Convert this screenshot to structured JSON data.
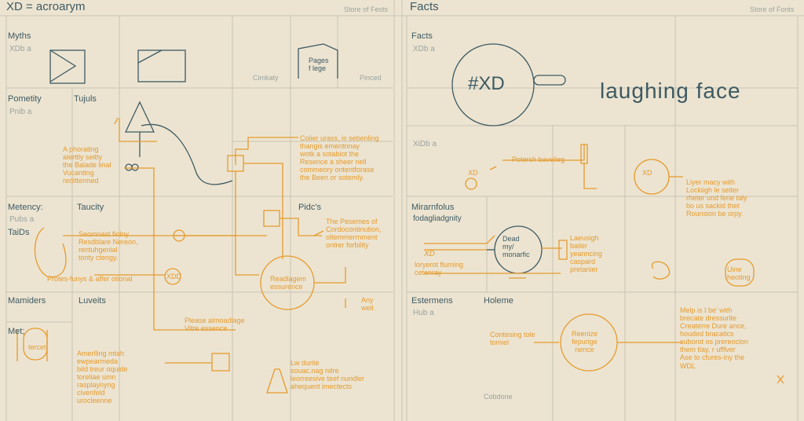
{
  "left": {
    "title": "XD = acroarym",
    "corner": "Store of Fests",
    "sections": {
      "myths": "Myths",
      "myths_sub": "XDb a",
      "pometity": "Pometity",
      "tujuls": "Tujuls",
      "pnib": "Pnib a",
      "metency": "Metency:",
      "taucity": "Taucity",
      "pidcs": "Pidc's",
      "pubs": "Pubs a",
      "taids": "TaiDs",
      "mamiders": "Mamiders",
      "luveits": "Luveits",
      "met": "Met;"
    },
    "notes": {
      "pages": "Pages\nf lege",
      "cimkaty": "Cimkaty",
      "pinced": "Pinced",
      "phorating": "A phorating\nalerttly seitty\nthe Balade linal\nVucanting\nredittermed",
      "colier": "Colier urass, is sebenling\nthangis ementnnay\nwotk a sotabiot the\nResence a sheer nell\ncommeory ontentforase\nthe Been or sotemly.",
      "seomast": "Seomnast fiolny\nResdblare Nereon,\nrentuhgenial\ntonty ctengy.",
      "pesemes": "The Pesemes of\nCordocontinution,\noltemmerrnment\nontrer forbility",
      "protes": "Protes-funys & affer otional",
      "xdd": "XDD",
      "readlagem": "Readlagem\nessurence",
      "any": "Any\nweil.",
      "please": "Please almoadlage\nVitre essence",
      "amerlling": "Amerlling mtah\newpearmeda\nbild treur oquide\ntoreliae umn\nrasplaynyng\ncivenfeld\nurocleenne",
      "lw": "Lw durite\nsouac.nag nitre\nleorreesive teef nundler\nahequent imectects",
      "tercet": "tercet"
    }
  },
  "right": {
    "title": "Facts",
    "corner": "Store of Fonts",
    "sections": {
      "facts": "Facts",
      "facts_sub": "XDb a",
      "xidb": "XiDb a",
      "mirarnfolus": "Mirarnfolus",
      "fodag": "fodagliadgnity",
      "estermens": "Estermens",
      "holeme": "Holeme",
      "hub": "Hub a"
    },
    "notes": {
      "hashxd": "#XD",
      "laughing": "laughing face",
      "potersh": "Potersh bavelleg",
      "xd_small": "XD",
      "liyer": "Liyer macy with\nLockiigh le seiter\nrheter und fene taly\nbo us sackid thet\nRounsion be orpy.",
      "dead": "Dead\nmy/\nmonarfic",
      "laeusigh": "Laeusigh\nbailer\nyeanncing\ncaspard\npretanier",
      "xd_italic": "XD",
      "loryerot": "loryerot flurning\ncetenray",
      "uine": "Uine\nheoting",
      "contesing": "Contesing tole\ntomiel",
      "reenize": "Reenize\nfepurige\nnence",
      "melp": "Melp is I be' with\nbrecate dressurite\nCreaterre Dure ance,\nhouded bracatics\ncuborot os prereoclon\nthem tlay, r ufflver\nAse to cfures-iny the\nWDL",
      "cobdone": "Cobdone"
    }
  },
  "colors": {
    "paper": "#ece4d1",
    "ink": "#3e5a63",
    "grid": "#c9c3b4",
    "accent": "#e69a2c"
  }
}
